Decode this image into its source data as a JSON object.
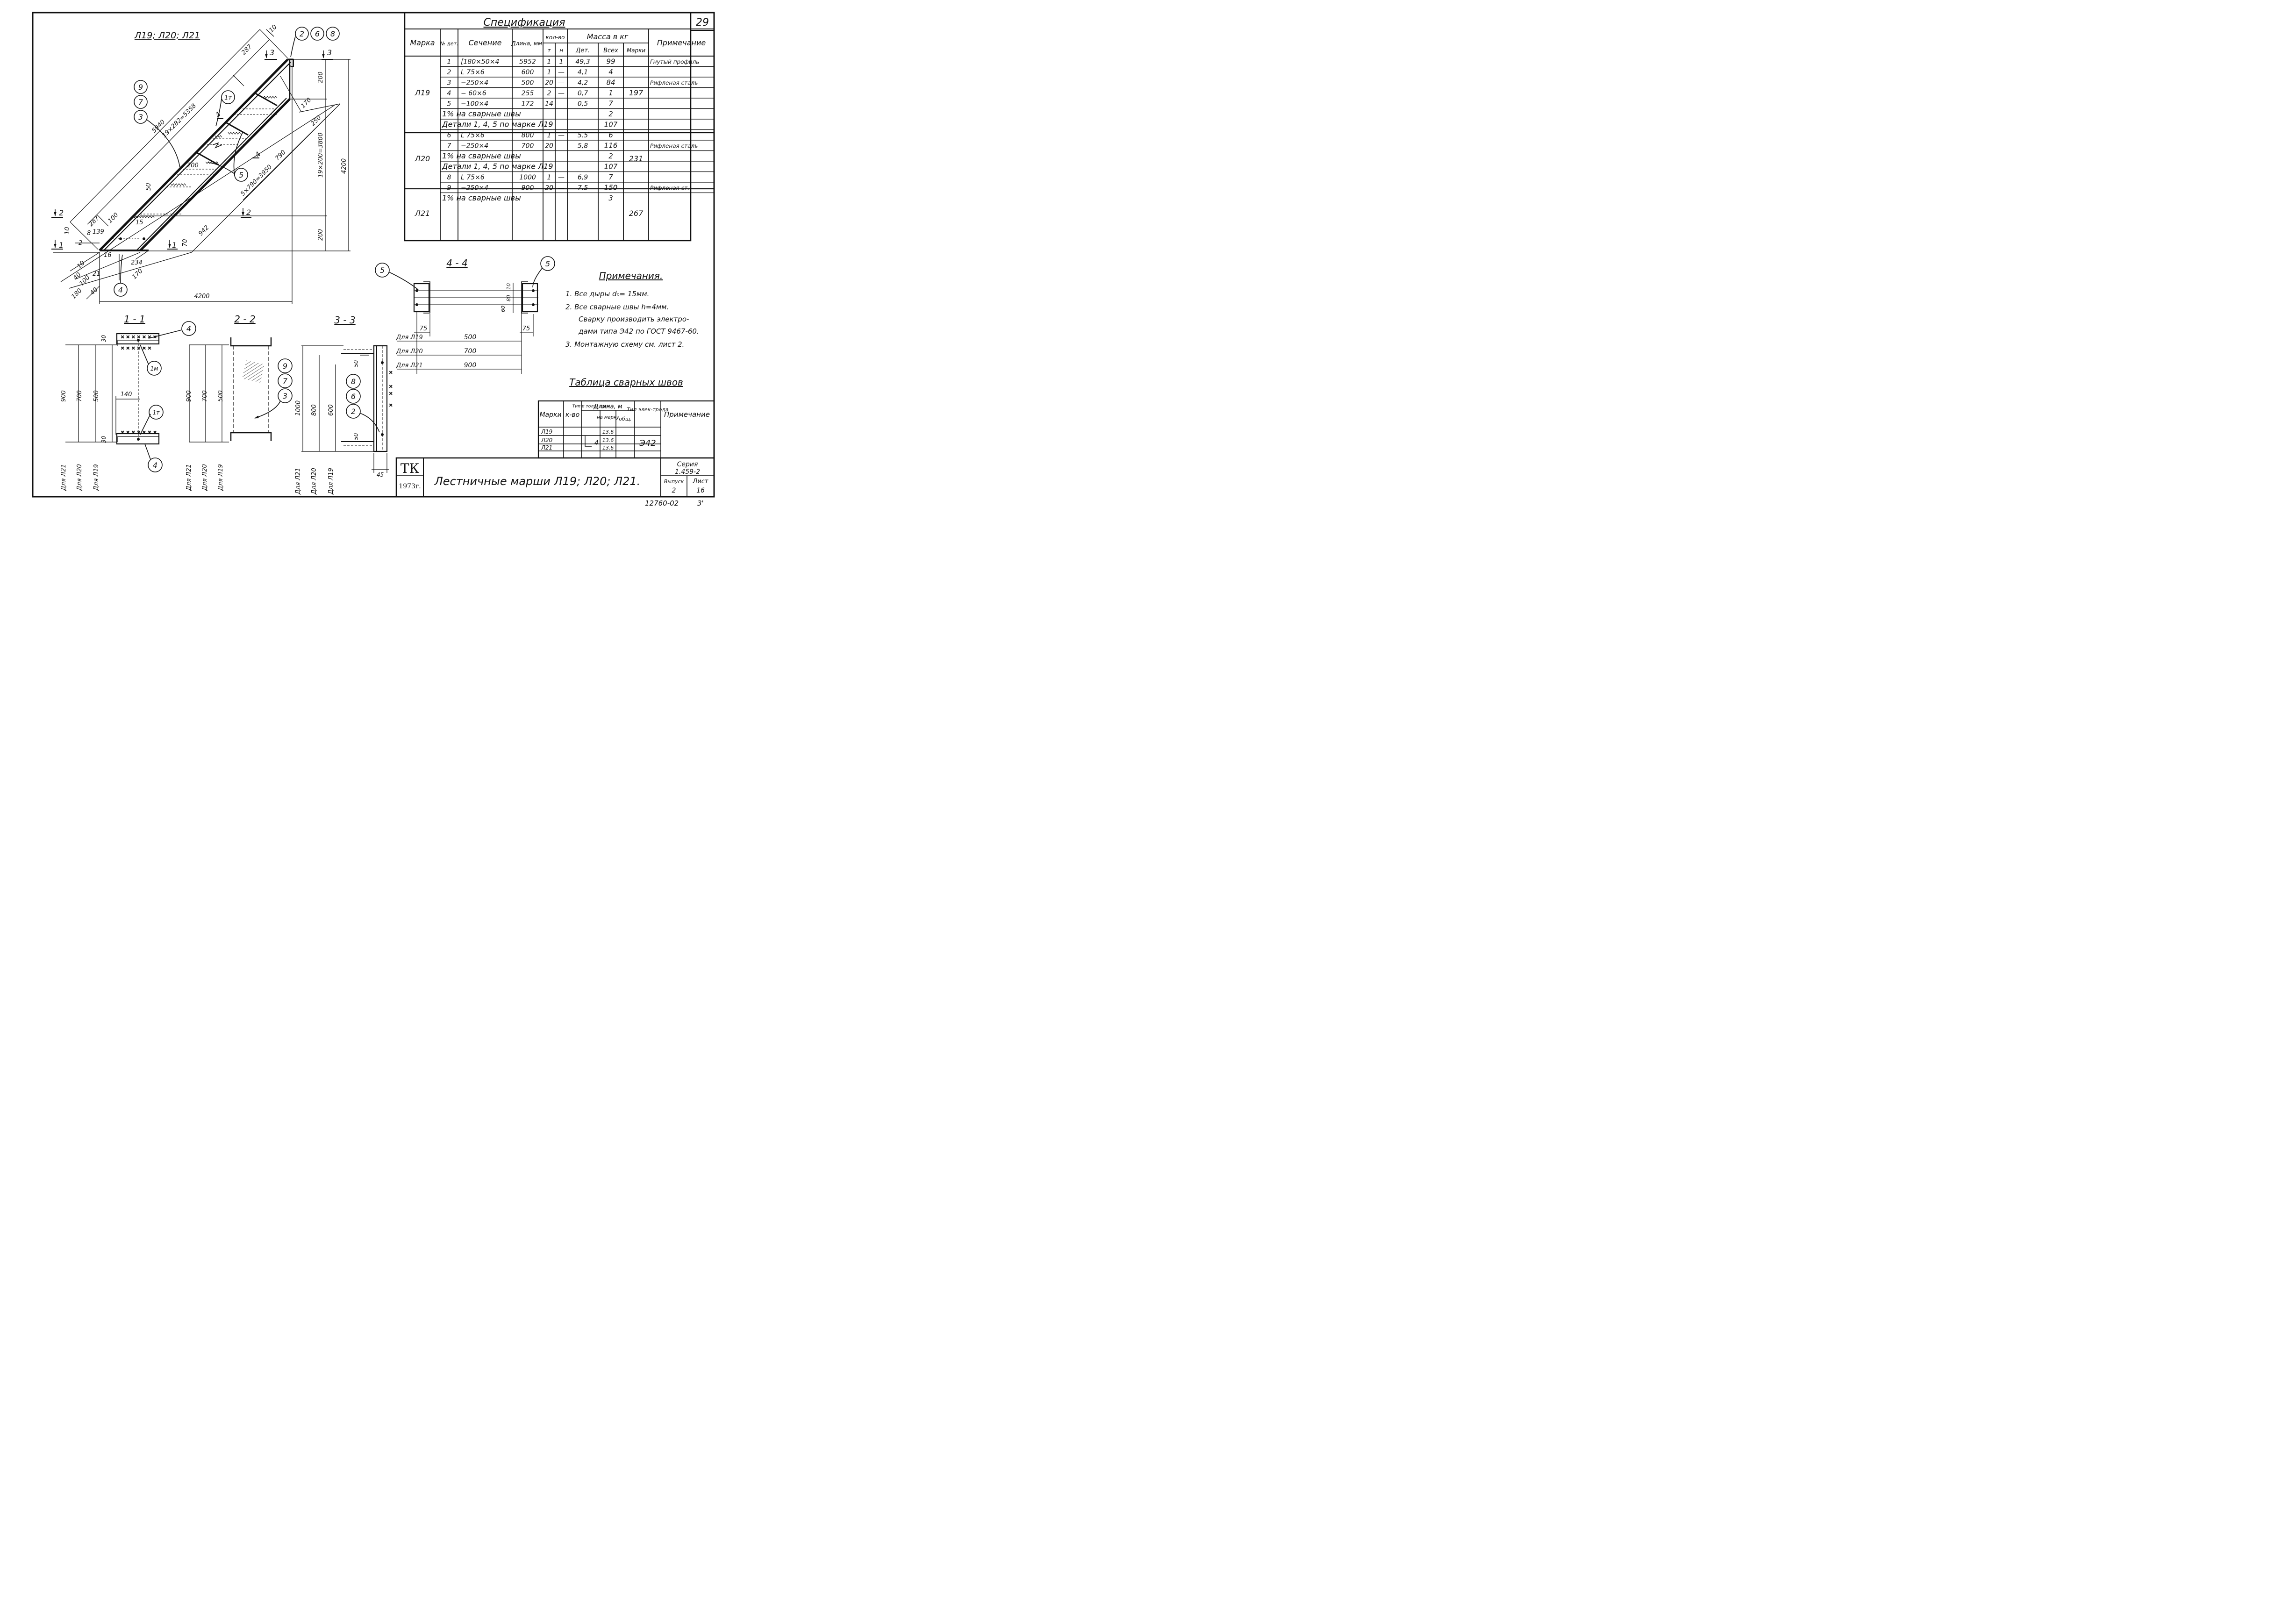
{
  "sheet_number": "29",
  "drawing_title": "Л19; Л20; Л21",
  "spec": {
    "title": "Спецификация",
    "headers": {
      "mark": "Марка",
      "det_no": "№ дет.",
      "section": "Сечение",
      "length": "Длина, мм.",
      "qty": "кол-во",
      "qty_t": "т",
      "qty_n": "н",
      "mass": "Масса в кг",
      "mass_det": "Дет.",
      "mass_all": "Всех",
      "mass_mark": "Марки",
      "note": "Примечание"
    },
    "rows": [
      {
        "mark": "Л19",
        "det": "1",
        "section": "[180×50×4",
        "length": "5952",
        "t": "1",
        "n": "1",
        "m_det": "49,3",
        "m_all": "99",
        "m_mark": "197",
        "note": "Гнутый профиль"
      },
      {
        "mark": "",
        "det": "2",
        "section": "L 75×6",
        "length": "600",
        "t": "1",
        "n": "—",
        "m_det": "4,1",
        "m_all": "4",
        "m_mark": "",
        "note": ""
      },
      {
        "mark": "",
        "det": "3",
        "section": "−250×4",
        "length": "500",
        "t": "20",
        "n": "—",
        "m_det": "4,2",
        "m_all": "84",
        "m_mark": "",
        "note": "Рифленая сталь"
      },
      {
        "mark": "",
        "det": "4",
        "section": "− 60×6",
        "length": "255",
        "t": "2",
        "n": "—",
        "m_det": "0,7",
        "m_all": "1",
        "m_mark": "",
        "note": ""
      },
      {
        "mark": "",
        "det": "5",
        "section": "−100×4",
        "length": "172",
        "t": "14",
        "n": "—",
        "m_det": "0,5",
        "m_all": "7",
        "m_mark": "",
        "note": ""
      },
      {
        "mark": "",
        "det": "",
        "section": "1% на сварные швы",
        "length": "",
        "t": "",
        "n": "",
        "m_det": "",
        "m_all": "2",
        "m_mark": "",
        "note": ""
      },
      {
        "mark": "Л20",
        "det": "",
        "section": "Детали 1, 4, 5 по марке  Л19",
        "length": "",
        "t": "",
        "n": "",
        "m_det": "",
        "m_all": "107",
        "m_mark": "231",
        "note": ""
      },
      {
        "mark": "",
        "det": "6",
        "section": "L 75×6",
        "length": "800",
        "t": "1",
        "n": "—",
        "m_det": "5.5",
        "m_all": "6",
        "m_mark": "",
        "note": ""
      },
      {
        "mark": "",
        "det": "7",
        "section": "−250×4",
        "length": "700",
        "t": "20",
        "n": "—",
        "m_det": "5,8",
        "m_all": "116",
        "m_mark": "",
        "note": "Рифленая сталь"
      },
      {
        "mark": "",
        "det": "",
        "section": "1% на сварные швы",
        "length": "",
        "t": "",
        "n": "",
        "m_det": "",
        "m_all": "2",
        "m_mark": "",
        "note": ""
      },
      {
        "mark": "Л21",
        "det": "",
        "section": "Детали 1, 4, 5 по марке  Л19",
        "length": "",
        "t": "",
        "n": "",
        "m_det": "",
        "m_all": "107",
        "m_mark": "267",
        "note": ""
      },
      {
        "mark": "",
        "det": "8",
        "section": "L 75×6",
        "length": "1000",
        "t": "1",
        "n": "—",
        "m_det": "6,9",
        "m_all": "7",
        "m_mark": "",
        "note": ""
      },
      {
        "mark": "",
        "det": "9",
        "section": "−250×4",
        "length": "900",
        "t": "20",
        "n": "—",
        "m_det": "7.5",
        "m_all": "150",
        "m_mark": "",
        "note": "Рифленая ст."
      },
      {
        "mark": "",
        "det": "",
        "section": "1% на сварные швы",
        "length": "",
        "t": "",
        "n": "",
        "m_det": "",
        "m_all": "3",
        "m_mark": "",
        "note": ""
      }
    ]
  },
  "notes": {
    "title": "Примечания.",
    "items": [
      "1.  Все дыры  d₀= 15мм.",
      "2.  Все сварные швы  h=4мм.",
      "Сварку производить электро-",
      "дами типа  Э42  по ГОСТ 9467-60.",
      "3.  Монтажную схему см. лист 2."
    ]
  },
  "weld_table": {
    "title": "Таблица сварных швов",
    "headers": {
      "marks": "Марки",
      "qty": "к-во",
      "type": "Тип и толщ. шва",
      "length": "Длина, м",
      "per_mark": "на марку",
      "total": "общ.",
      "electrode": "Тип элек-трода",
      "note": "Примечание"
    },
    "rows": [
      {
        "mark": "Л19",
        "per_mark": "13.6"
      },
      {
        "mark": "Л20",
        "per_mark": "13.6"
      },
      {
        "mark": "Л21",
        "per_mark": "13.6"
      }
    ],
    "weld_type": "4",
    "electrode": "Э42"
  },
  "title_block": {
    "org": "ТК",
    "year": "1973г.",
    "title": "Лестничные марши  Л19; Л20; Л21.",
    "series_label": "Серия",
    "series": "1.459-2",
    "issue_label": "Выпуск",
    "issue": "2",
    "sheet_label": "Лист",
    "sheet": "16"
  },
  "stamp": "12760-02",
  "corner_mark": "3'",
  "main_view": {
    "callouts": [
      "2",
      "6",
      "8",
      "9",
      "7",
      "3",
      "5",
      "4",
      "1т"
    ],
    "dims": {
      "top_10": "10",
      "d287_top": "287",
      "d5940": "5940",
      "d19x282": "19×282=5358",
      "d170": "170",
      "d250": "250",
      "d200_top": "200",
      "d790": "790",
      "d5x790": "5×790=3950",
      "d19x200": "19×200=3800",
      "d4200_v": "4200",
      "d200_b": "200",
      "d287_b": "287",
      "d100": "100",
      "d10": "10",
      "d8": "8",
      "d139": "139",
      "d2": "2",
      "d200_mid": "200",
      "d50": "50",
      "d942": "942",
      "d70": "70",
      "d234": "234",
      "d170_b": "170",
      "d16": "16",
      "d10b": "10",
      "d21": "21",
      "d40": "40",
      "d100b": "100",
      "d180": "180",
      "d4200_h": "4200",
      "d15": "15"
    },
    "cuts": {
      "c1": "1",
      "c2": "2",
      "c3": "3",
      "c4": "4"
    }
  },
  "sec_1_1": {
    "title": "1 - 1",
    "callouts": [
      "4",
      "1м",
      "1т",
      "4"
    ],
    "dims": {
      "d30a": "30",
      "d140": "140",
      "d30b": "30",
      "d900": "900",
      "d700": "700",
      "d500": "500"
    },
    "labels": [
      "Для Л21",
      "Для Л20",
      "Для Л19"
    ]
  },
  "sec_2_2": {
    "title": "2 - 2",
    "callouts": [
      "9",
      "7",
      "3"
    ],
    "dims": {
      "d900": "900",
      "d700": "700",
      "d500": "500"
    },
    "labels": [
      "Для Л21",
      "Для Л20",
      "Для Л19"
    ]
  },
  "sec_3_3": {
    "title": "3 - 3",
    "callouts": [
      "8",
      "6",
      "2"
    ],
    "dims": {
      "d1000": "1000",
      "d800": "800",
      "d600": "600",
      "d50a": "50",
      "d50b": "50",
      "d45": "45"
    },
    "labels": [
      "Для Л21",
      "Для Л20",
      "Для Л19"
    ]
  },
  "sec_4_4": {
    "title": "4 - 4",
    "callouts": [
      "5",
      "5"
    ],
    "dims": {
      "d75a": "75",
      "d75b": "75",
      "d10": "10",
      "d80": "80",
      "d60": "60"
    },
    "rows": [
      {
        "label": "Для Л19",
        "value": "500"
      },
      {
        "label": "Для Л20",
        "value": "700"
      },
      {
        "label": "Для Л21",
        "value": "900"
      }
    ]
  }
}
